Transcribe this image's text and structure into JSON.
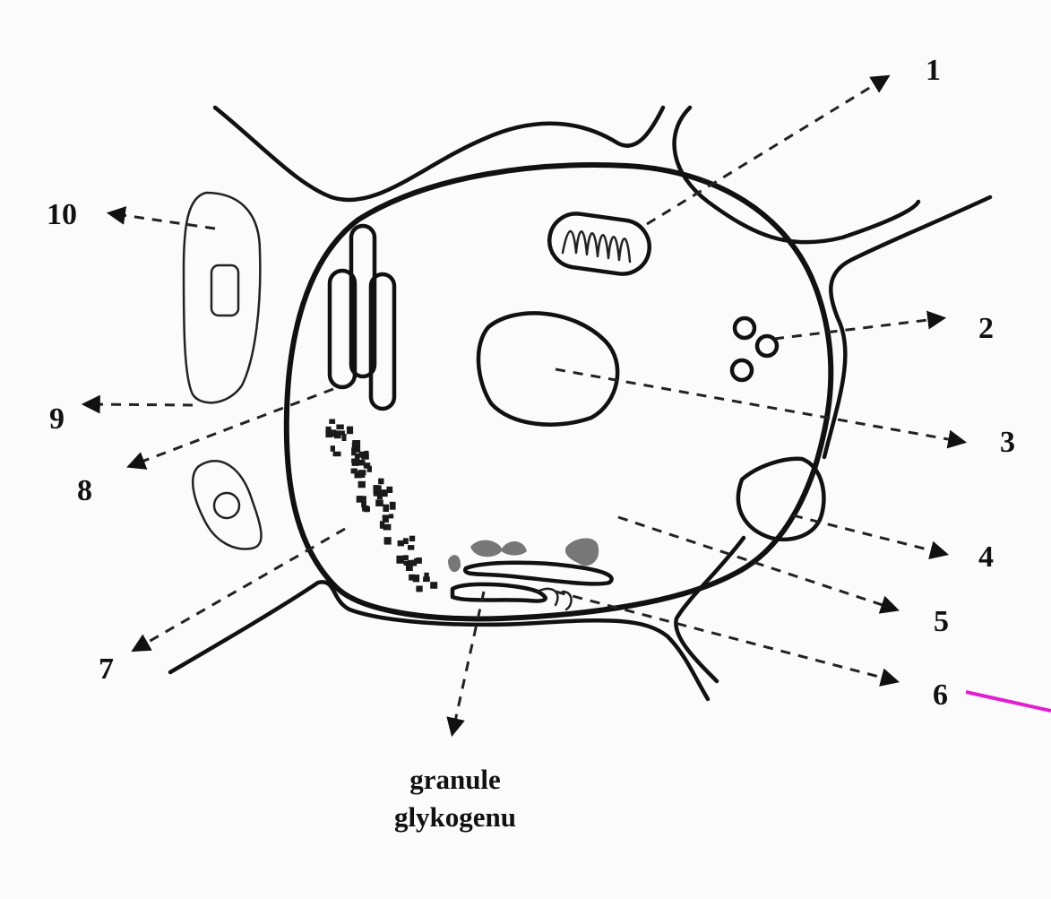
{
  "labels": {
    "l1": "1",
    "l2": "2",
    "l3": "3",
    "l4": "4",
    "l5": "5",
    "l6": "6",
    "l7": "7",
    "l8": "8",
    "l9": "9",
    "l10": "10"
  },
  "caption": {
    "line1": "granule",
    "line2": "glykogenu"
  },
  "colors": {
    "highlight_line": "#e020d0",
    "ink": "#111111",
    "glycogen": "#777777"
  }
}
